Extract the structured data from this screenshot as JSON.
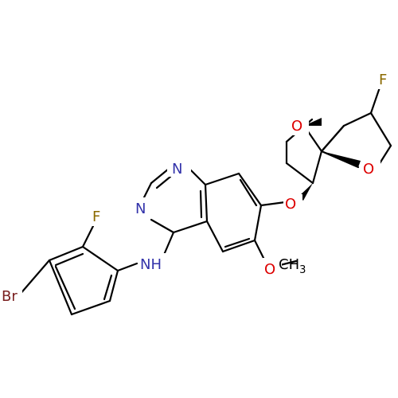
{
  "colors": {
    "background": "#ffffff",
    "bond": "#000000",
    "nitrogen": "#3333aa",
    "oxygen": "#dd0000",
    "fluorine": "#8b6a00",
    "bromine": "#7a2020",
    "carbon": "#000000"
  },
  "atoms": {
    "N1": "N",
    "N3": "N",
    "NH": "NH",
    "F_aryl": "F",
    "Br": "Br",
    "O_ether_ring": "O",
    "O_methoxy": "O",
    "CH3_text": "CH",
    "CH3_sub": "3",
    "O_ring1": "O",
    "O_ring2": "O",
    "F_bicyclic": "F"
  }
}
